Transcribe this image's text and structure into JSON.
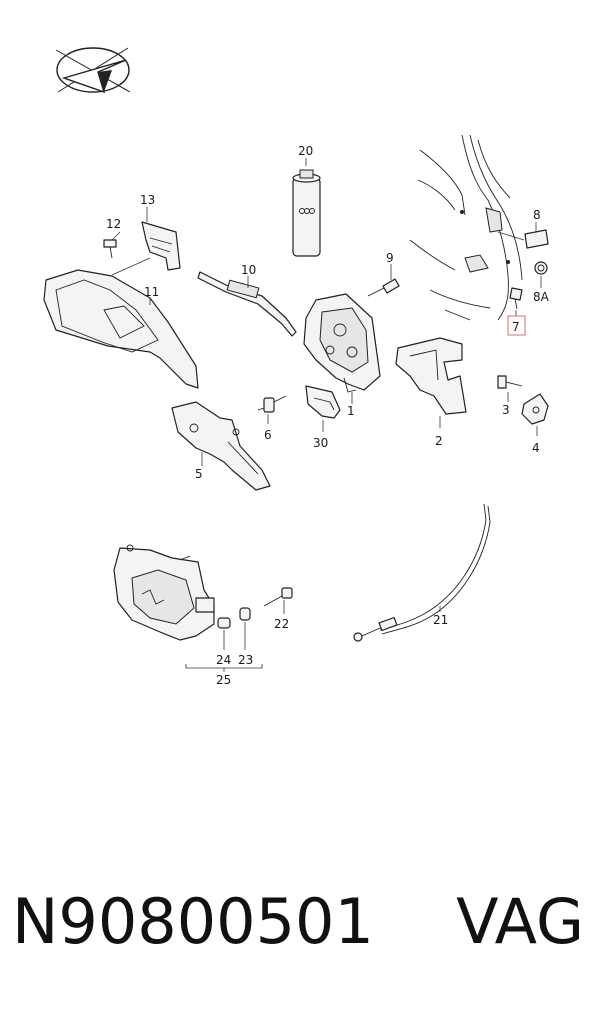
{
  "diagram": {
    "callouts": {
      "c1": "1",
      "c2": "2",
      "c3": "3",
      "c4": "4",
      "c5": "5",
      "c6": "6",
      "c7": "7",
      "c8": "8",
      "c8a": "8A",
      "c9": "9",
      "c10": "10",
      "c11": "11",
      "c12": "12",
      "c13": "13",
      "c20": "20",
      "c21": "21",
      "c22": "22",
      "c23": "23",
      "c24": "24",
      "c25": "25",
      "c30": "30"
    },
    "highlight_color": "#e0868a",
    "logo_icon": "compass-arrow-icon"
  },
  "footer": {
    "part_number": "N90800501",
    "brand": "VAG"
  }
}
